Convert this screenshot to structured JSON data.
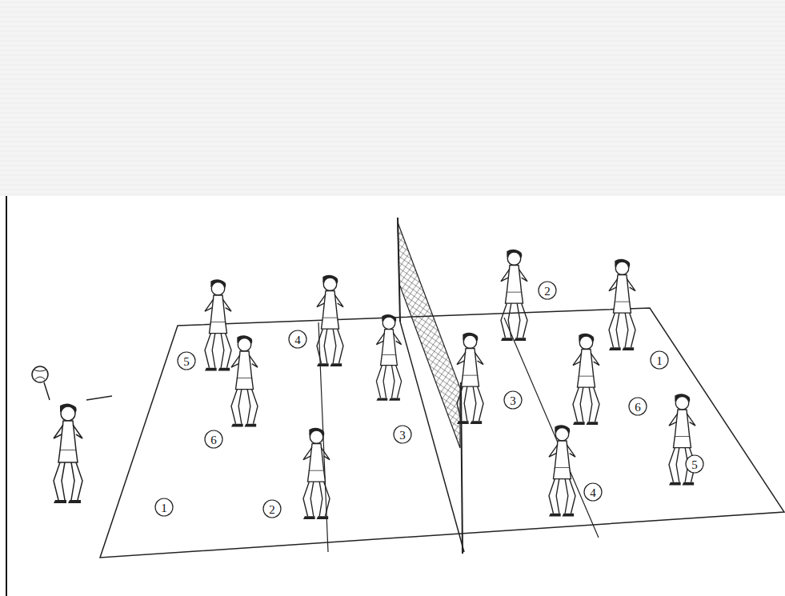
{
  "diagram": {
    "labels": [
      "5",
      "4",
      "6",
      "3",
      "1",
      "2",
      "2",
      "1",
      "3",
      "6",
      "5",
      "4"
    ]
  }
}
